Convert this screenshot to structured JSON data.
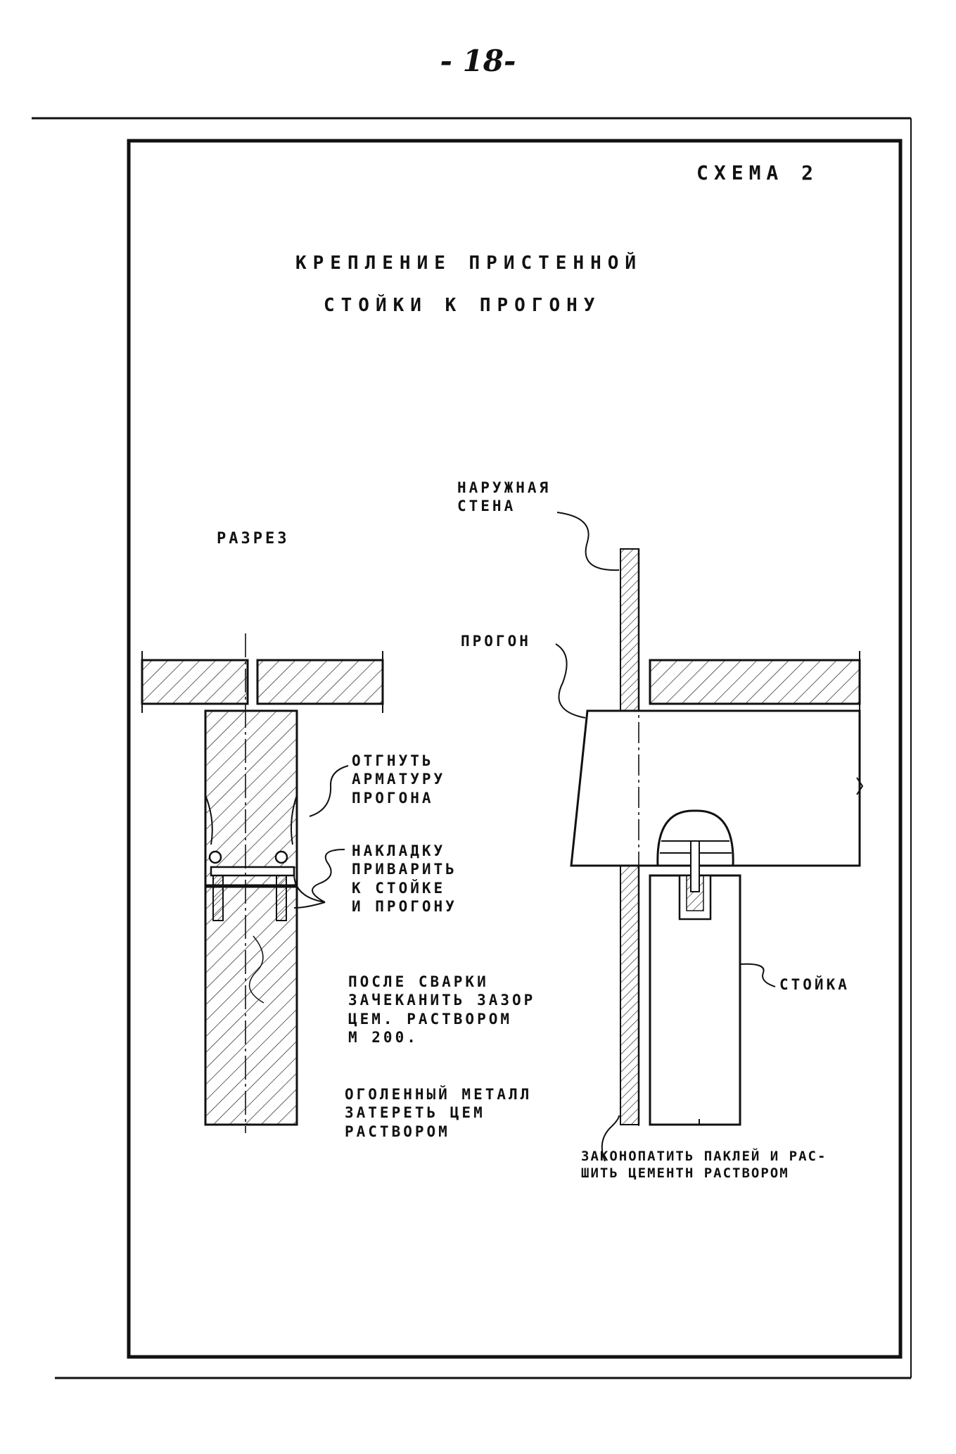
{
  "page_number": "- 18-",
  "scheme_label": "СХЕМА 2",
  "title": {
    "line1": "КРЕПЛЕНИЕ ПРИСТЕННОЙ",
    "line2": "СТОЙКИ К ПРОГОНУ"
  },
  "section_label": "РАЗРЕЗ",
  "labels": {
    "outer_wall": "НАРУЖНАЯ\nСТЕНА",
    "girder": "ПРОГОН",
    "bend_rebar": "ОТГНУТЬ\nАРМАТУРУ\nПРОГОНА",
    "weld_plate": "НАКЛАДКУ\nПРИВАРИТЬ\nК СТОЙКЕ\nИ ПРОГОНУ",
    "after_welding": "ПОСЛЕ СВАРКИ\nЗАЧЕКАНИТЬ ЗАЗОР\nЦЕМ. РАСТВОРОМ\nМ 200.",
    "bare_metal": "ОГОЛЕННЫЙ МЕТАЛЛ\nЗАТЕРЕТЬ ЦЕМ\nРАСТВОРОМ",
    "post": "СТОЙКА",
    "caulk": "ЗАКОНОПАТИТЬ ПАКЛЕЙ И РАС-\nШИТЬ ЦЕМЕНТН РАСТВОРОМ"
  }
}
